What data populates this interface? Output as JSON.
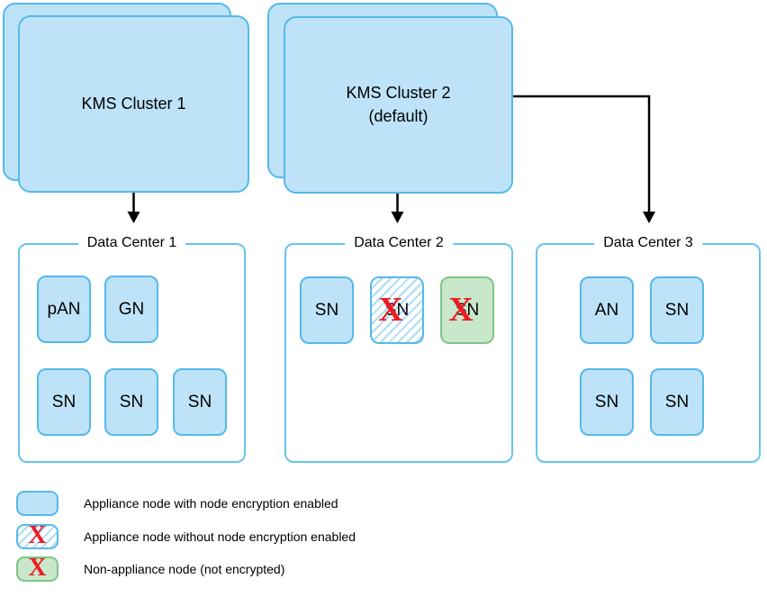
{
  "kms_clusters": [
    {
      "label": "KMS Cluster 1"
    },
    {
      "label": "KMS Cluster 2",
      "sublabel": "(default)"
    }
  ],
  "data_centers": [
    {
      "title": "Data Center 1",
      "nodes": [
        {
          "label": "pAN",
          "type": "appliance-node-encryption-enabled"
        },
        {
          "label": "GN",
          "type": "appliance-node-encryption-enabled"
        },
        {
          "label": "SN",
          "type": "appliance-node-encryption-enabled"
        },
        {
          "label": "SN",
          "type": "appliance-node-encryption-enabled"
        },
        {
          "label": "SN",
          "type": "appliance-node-encryption-enabled"
        }
      ]
    },
    {
      "title": "Data Center 2",
      "nodes": [
        {
          "label": "SN",
          "type": "appliance-node-encryption-enabled"
        },
        {
          "label": "SN",
          "type": "appliance-node-no-encryption",
          "x_marked": true
        },
        {
          "label": "SN",
          "type": "non-appliance-node",
          "x_marked": true
        }
      ]
    },
    {
      "title": "Data Center 3",
      "nodes": [
        {
          "label": "AN",
          "type": "appliance-node-encryption-enabled"
        },
        {
          "label": "SN",
          "type": "appliance-node-encryption-enabled"
        },
        {
          "label": "SN",
          "type": "appliance-node-encryption-enabled"
        },
        {
          "label": "SN",
          "type": "appliance-node-encryption-enabled"
        }
      ]
    }
  ],
  "legend": [
    {
      "type": "appliance-node-encryption-enabled",
      "label": "Appliance node with node encryption enabled"
    },
    {
      "type": "appliance-node-no-encryption",
      "label": "Appliance node without node encryption enabled",
      "x_marked": true
    },
    {
      "type": "non-appliance-node",
      "label": "Non-appliance node (not encrypted)",
      "x_marked": true
    }
  ],
  "icons": {
    "x_mark": "X"
  },
  "colors": {
    "appliance_fill": "#BEE3F8",
    "appliance_border": "#55B9EA",
    "data_center_border": "#66C4F0",
    "non_appliance_fill": "#C9E7CA",
    "non_appliance_border": "#7FC683",
    "hatch_stripe": "#AEDCF5",
    "x_mark_red": "#ED1C24",
    "connector": "#000000"
  }
}
